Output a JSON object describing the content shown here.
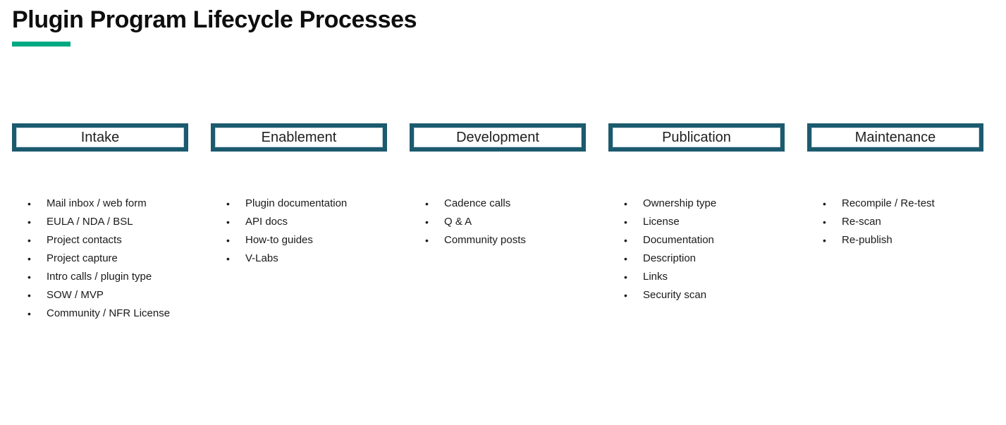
{
  "title": "Plugin Program Lifecycle Processes",
  "colors": {
    "accent_green": "#01A982",
    "box_border_teal": "#1C5A6E"
  },
  "stages": [
    {
      "label": "Intake",
      "items": [
        "Mail inbox / web form",
        "EULA / NDA / BSL",
        "Project contacts",
        "Project capture",
        "Intro calls / plugin type",
        "SOW / MVP",
        "Community / NFR License"
      ]
    },
    {
      "label": "Enablement",
      "items": [
        "Plugin documentation",
        "API docs",
        "How-to guides",
        "V-Labs"
      ]
    },
    {
      "label": "Development",
      "items": [
        "Cadence calls",
        "Q & A",
        "Community posts"
      ]
    },
    {
      "label": "Publication",
      "items": [
        "Ownership type",
        "License",
        "Documentation",
        "Description",
        "Links",
        "Security scan"
      ]
    },
    {
      "label": "Maintenance",
      "items": [
        "Recompile / Re-test",
        "Re-scan",
        "Re-publish"
      ]
    }
  ]
}
